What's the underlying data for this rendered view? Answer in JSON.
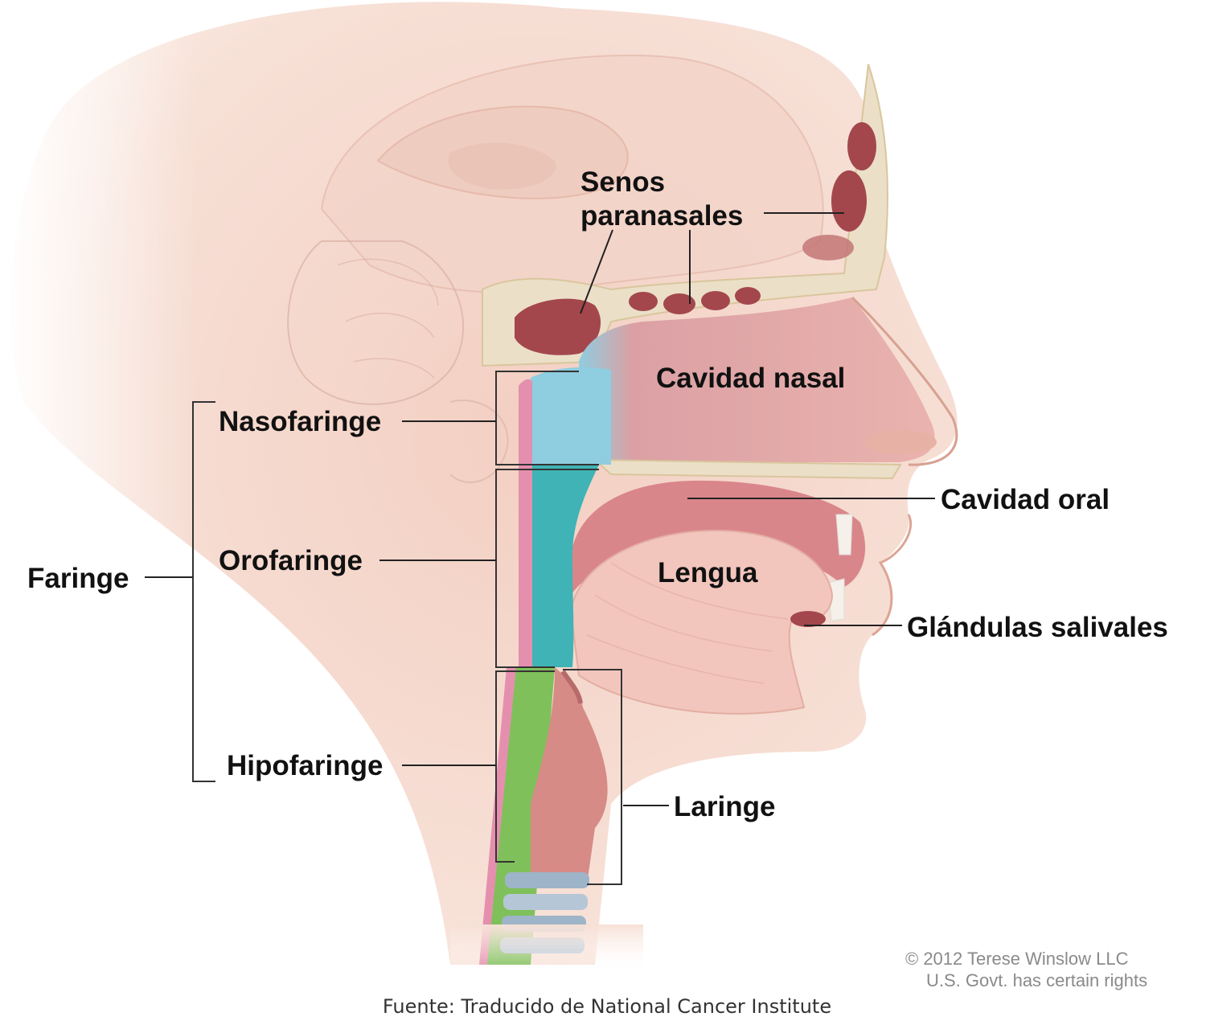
{
  "labels": {
    "senos_line1": "Senos",
    "senos_line2": "paranasales",
    "cavidad_nasal": "Cavidad nasal",
    "nasofaringe": "Nasofaringe",
    "cavidad_oral": "Cavidad oral",
    "orofaringe": "Orofaringe",
    "faringe": "Faringe",
    "lengua": "Lengua",
    "glandulas_salivales": "Glándulas salivales",
    "hipofaringe": "Hipofaringe",
    "laringe": "Laringe"
  },
  "copyright": {
    "line1": "© 2012 Terese Winslow LLC",
    "line2": "U.S. Govt. has certain rights"
  },
  "source": "Fuente: Traducido de National Cancer Institute",
  "colors": {
    "skin": "#f6dcd2",
    "skin_dark": "#eec5b6",
    "nasal_cavity": "#e4999a",
    "oral_cavity": "#d9868a",
    "sinus": "#a3474d",
    "bone": "#e8dcc4",
    "nasopharynx": "#8fcde0",
    "oropharynx": "#3fb3b5",
    "esophagus": "#7fc05a",
    "larynx": "#d68b86",
    "trachea": "#9eb4c8"
  }
}
